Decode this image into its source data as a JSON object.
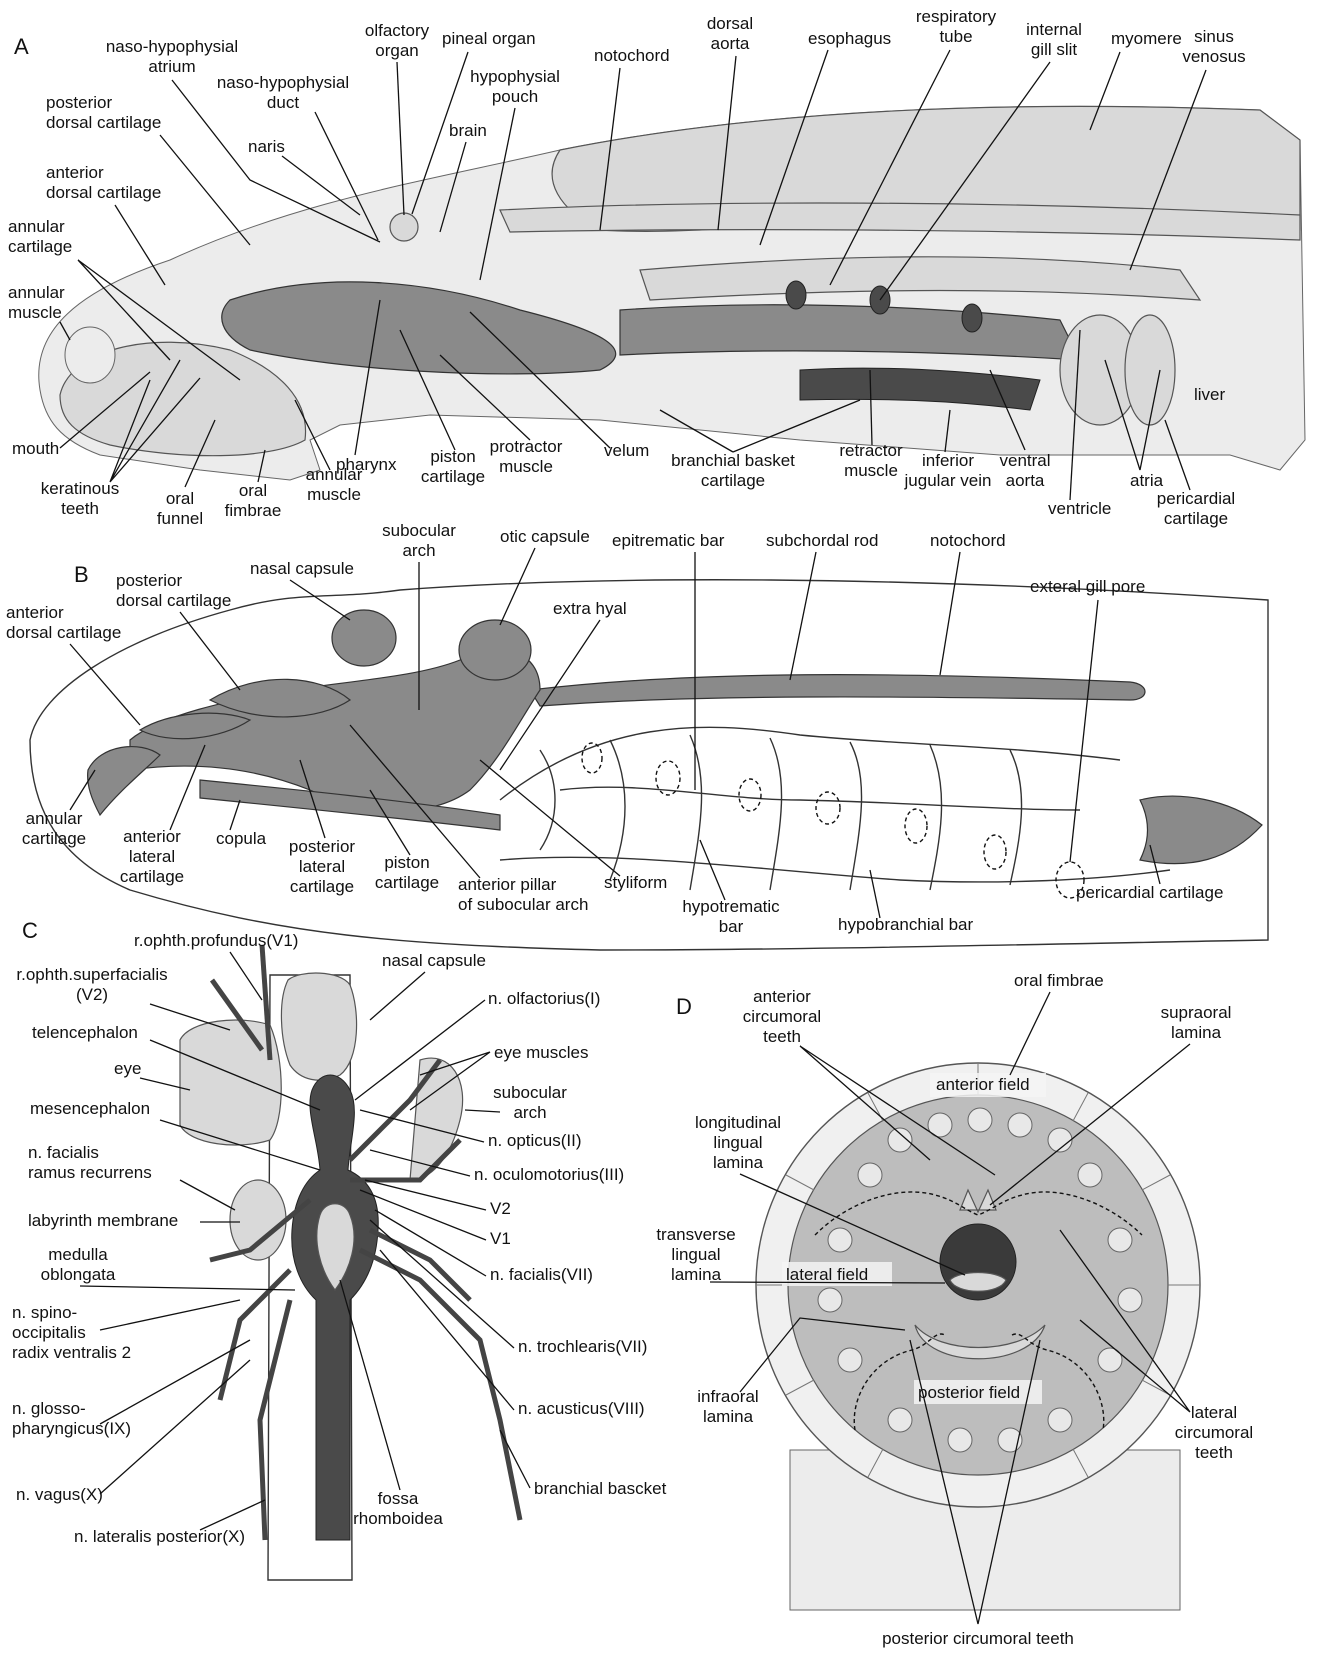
{
  "panels": {
    "A": {
      "letter": "A",
      "labels": {
        "naso_hypophysial_atrium": [
          "naso-hypophysial",
          "atrium"
        ],
        "olfactory_organ": [
          "olfactory",
          "organ"
        ],
        "pineal_organ": "pineal organ",
        "notochord": "notochord",
        "dorsal_aorta": [
          "dorsal",
          "aorta"
        ],
        "esophagus": "esophagus",
        "respiratory_tube": [
          "respiratory",
          "tube"
        ],
        "internal_gill_slit": [
          "internal",
          "gill slit"
        ],
        "myomere": "myomere",
        "sinus_venosus": [
          "sinus",
          "venosus"
        ],
        "naso_hypophysial_duct": [
          "naso-hypophysial",
          "duct"
        ],
        "hypophysial_pouch": [
          "hypophysial",
          "pouch"
        ],
        "posterior_dorsal_cartilage": [
          "posterior",
          "dorsal cartilage"
        ],
        "brain": "brain",
        "naris": "naris",
        "anterior_dorsal_cartilage": [
          "anterior",
          "dorsal cartilage"
        ],
        "annular_cartilage": [
          "annular",
          "cartilage"
        ],
        "annular_muscle_left": [
          "annular",
          "muscle"
        ],
        "liver": "liver",
        "mouth": "mouth",
        "pharynx": "pharynx",
        "velum": "velum",
        "keratinous_teeth": [
          "keratinous",
          "teeth"
        ],
        "oral_funnel": [
          "oral",
          "funnel"
        ],
        "oral_fimbrae": [
          "oral",
          "fimbrae"
        ],
        "annular_muscle_bottom": [
          "annular",
          "muscle"
        ],
        "piston_cartilage": [
          "piston",
          "cartilage"
        ],
        "protractor_muscle": [
          "protractor",
          "muscle"
        ],
        "branchial_basket_cartilage": [
          "branchial basket",
          "cartilage"
        ],
        "retractor_muscle": [
          "retractor",
          "muscle"
        ],
        "inferior_jugular_vein": [
          "inferior",
          "jugular vein"
        ],
        "ventral_aorta": [
          "ventral",
          "aorta"
        ],
        "ventricle": "ventricle",
        "atria": "atria",
        "pericardial_cartilage": [
          "pericardial",
          "cartilage"
        ]
      }
    },
    "B": {
      "letter": "B",
      "labels": {
        "subocular_arch": [
          "subocular",
          "arch"
        ],
        "otic_capsule": "otic capsule",
        "epitrematic_bar": "epitrematic bar",
        "subchordal_rod": "subchordal rod",
        "notochord": "notochord",
        "nasal_capsule": "nasal capsule",
        "posterior_dorsal_cartilage": [
          "posterior",
          "dorsal cartilage"
        ],
        "anterior_dorsal_cartilage": [
          "anterior",
          "dorsal cartilage"
        ],
        "extra_hyal": "extra hyal",
        "exteral_gill_pore": "exteral gill pore",
        "annular_cartilage": [
          "annular",
          "cartilage"
        ],
        "anterior_lateral_cartilage": [
          "anterior",
          "lateral",
          "cartilage"
        ],
        "copula": "copula",
        "posterior_lateral_cartilage": [
          "posterior",
          "lateral",
          "cartilage"
        ],
        "piston_cartilage": [
          "piston",
          "cartilage"
        ],
        "anterior_pillar": [
          "anterior pillar",
          "of subocular arch"
        ],
        "styliform": "styliform",
        "hypotrematic_bar": [
          "hypotrematic",
          "bar"
        ],
        "hypobranchial_bar": "hypobranchial bar",
        "pericardial_cartilage": "pericardial cartilage"
      }
    },
    "C": {
      "letter": "C",
      "labels": {
        "r_ophth_profundus": "r.ophth.profundus(V1)",
        "r_ophth_superfacialis": [
          "r.ophth.superfacialis",
          "(V2)"
        ],
        "nasal_capsule": "nasal capsule",
        "n_olfactorius": "n. olfactorius(I)",
        "telencephalon": "telencephalon",
        "eye_muscles": "eye muscles",
        "eye": "eye",
        "subocular_arch": [
          "subocular",
          "arch"
        ],
        "mesencephalon": "mesencephalon",
        "n_opticus": "n. opticus(II)",
        "n_facialis_ramus_recurrens": [
          "n. facialis",
          "ramus recurrens"
        ],
        "n_oculomotorius": "n. oculomotorius(III)",
        "v2": "V2",
        "v1": "V1",
        "labyrinth_membrane": "labyrinth membrane",
        "medulla_oblongata": [
          "medulla",
          "oblongata"
        ],
        "n_facialis_vii": "n. facialis(VII)",
        "n_spino_occipitalis": [
          "n. spino-",
          "occipitalis",
          "radix ventralis 2"
        ],
        "n_trochlearis": "n. trochlearis(VII)",
        "n_acusticus": "n. acusticus(VIII)",
        "n_glossopharyngicus": [
          "n. glosso-",
          "pharyngicus(IX)"
        ],
        "fossa_rhomboidea": [
          "fossa",
          "rhomboidea"
        ],
        "branchial_basket": "branchial bascket",
        "n_vagus": "n. vagus(X)",
        "n_lateralis_posterior": "n. lateralis posterior(X)"
      }
    },
    "D": {
      "letter": "D",
      "labels": {
        "oral_fimbrae": "oral fimbrae",
        "anterior_circumoral_teeth": [
          "anterior",
          "circumoral",
          "teeth"
        ],
        "supraoral_lamina": [
          "supraoral",
          "lamina"
        ],
        "anterior_field": "anterior field",
        "longitudinal_lingual_lamina": [
          "longitudinal",
          "lingual",
          "lamina"
        ],
        "transverse_lingual_lamina": [
          "transverse",
          "lingual",
          "lamina"
        ],
        "lateral_field": "lateral field",
        "posterior_field": "posterior field",
        "infraoral_lamina": [
          "infraoral",
          "lamina"
        ],
        "lateral_circumoral_teeth": [
          "lateral",
          "circumoral",
          "teeth"
        ],
        "posterior_circumoral_teeth": "posterior circumoral teeth"
      }
    }
  }
}
